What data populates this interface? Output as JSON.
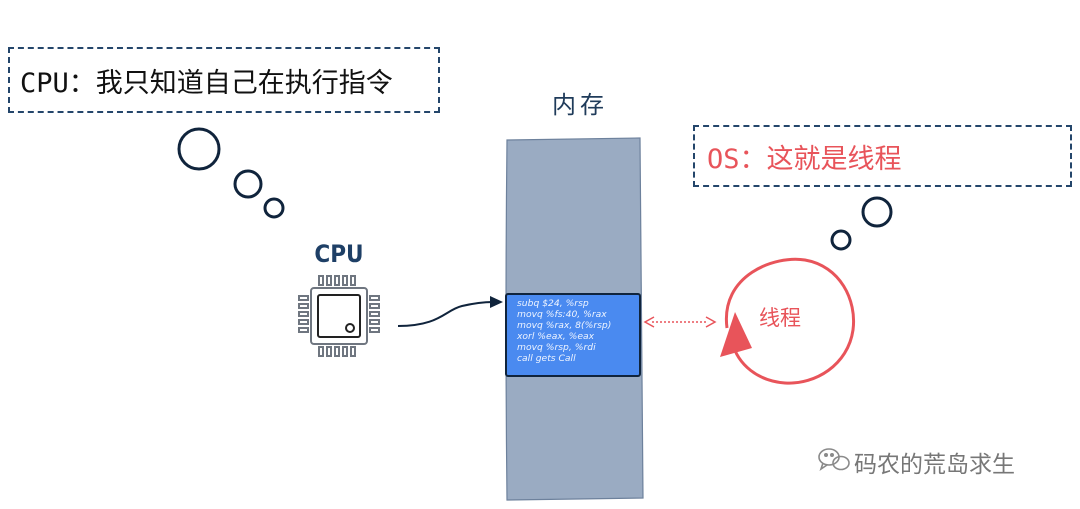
{
  "cpu_thought": "CPU：我只知道自己在执行指令",
  "os_thought": "OS：这就是线程",
  "memory_label": "内存",
  "cpu_label": "CPU",
  "thread_label": "线程",
  "code_lines": [
    "subq $24, %rsp",
    "movq %fs:40, %rax",
    "movq %rax, 8(%rsp)",
    "xorl %eax, %eax",
    "movq %rsp, %rdi",
    "call gets Call"
  ],
  "watermark": "码农的荒岛求生",
  "icons": [
    "wechat-icon",
    "cpu-chip-icon"
  ],
  "colors": {
    "navy": "#1e3f66",
    "memory": "#9aabc2",
    "code_block": "#4a8af0",
    "thread_red": "#e8545a"
  }
}
